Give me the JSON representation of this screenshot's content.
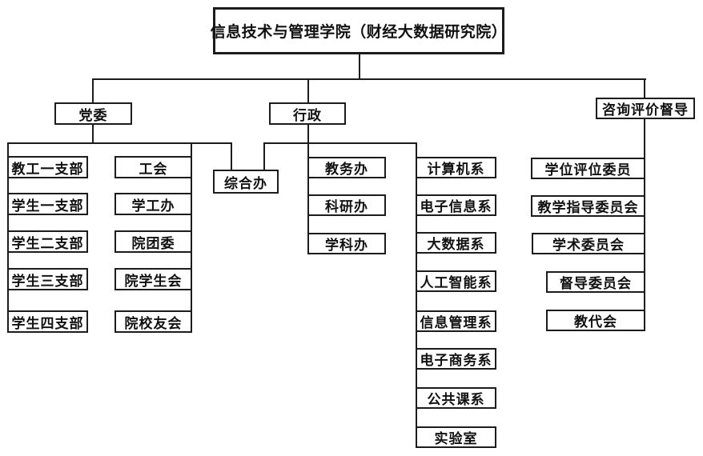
{
  "org": {
    "root": "信息技术与管理学院（财经大数据研究院）",
    "party": {
      "label": "党委",
      "branches": [
        "教工一支部",
        "学生一支部",
        "学生二支部",
        "学生三支部",
        "学生四支部"
      ],
      "mass_offices": [
        "工会",
        "学工办",
        "院团委",
        "院学生会",
        "院校友会"
      ]
    },
    "general_office": "综合办",
    "admin": {
      "label": "行政",
      "offices": [
        "教务办",
        "科研办",
        "学科办"
      ],
      "departments": [
        "计算机系",
        "电子信息系",
        "大数据系",
        "人工智能系",
        "信息管理系",
        "电子商务系",
        "公共课系",
        "实验室"
      ]
    },
    "advisory": {
      "label": "咨询评价督导",
      "committees": [
        "学位评位委员",
        "教学指导委员会",
        "学术委员会",
        "督导委员会",
        "教代会"
      ]
    }
  },
  "colors": {
    "line": "#1c1c1c",
    "background": "#ffffff",
    "box_background": "#ffffff",
    "text": "#111111"
  }
}
